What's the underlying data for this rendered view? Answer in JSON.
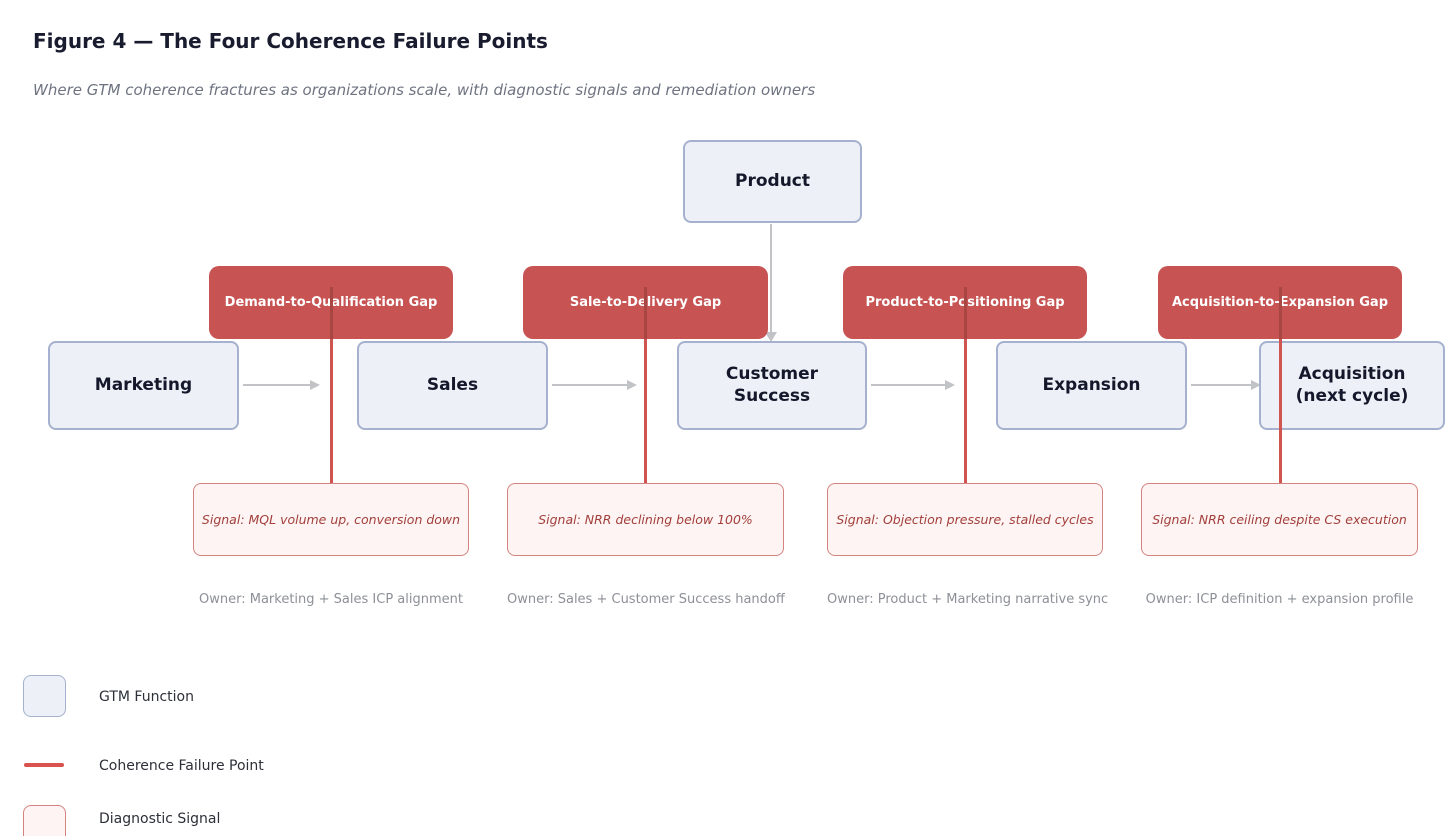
{
  "figure": {
    "title": "Figure 4 — The Four Coherence Failure Points",
    "subtitle": "Where GTM coherence fractures as organizations scale, with diagnostic signals and remediation owners"
  },
  "product_node": {
    "label": "Product"
  },
  "functions": [
    {
      "label": "Marketing"
    },
    {
      "label": "Sales"
    },
    {
      "label": "Customer\nSuccess"
    },
    {
      "label": "Expansion"
    },
    {
      "label": "Acquisition\n(next cycle)"
    }
  ],
  "gaps": [
    {
      "label": "Demand-to-Qualification Gap",
      "signal": "Signal: MQL volume up, conversion down",
      "owner": "Owner: Marketing + Sales ICP alignment"
    },
    {
      "label": "Sale-to-Delivery Gap",
      "signal": "Signal: NRR declining below 100%",
      "owner": "Owner: Sales + Customer Success handoff"
    },
    {
      "label": "Product-to-Positioning Gap",
      "signal": "Signal: Objection pressure, stalled cycles",
      "owner": "Owner: Product + Marketing narrative sync"
    },
    {
      "label": "Acquisition-to-Expansion Gap",
      "signal": "Signal: NRR ceiling despite CS execution",
      "owner": "Owner: ICP definition + expansion profile"
    }
  ],
  "legend": [
    {
      "label": "GTM Function"
    },
    {
      "label": "Coherence Failure Point"
    },
    {
      "label": "Diagnostic Signal"
    }
  ],
  "colors": {
    "ink": "#191c2f",
    "muted": "#6e7380",
    "node-fill": "#edf1f7",
    "node-border": "#a5b1ce",
    "node-text": "#15182b",
    "gap-fill": "#c75353",
    "gap-text": "#ffffff",
    "fail-line": "#d05450",
    "fail-line-dark": "#a84643",
    "signal-fill": "#fdf4f3",
    "signal-border": "#d5837f",
    "signal-text": "#a23f3b",
    "owner-text": "#8d9097",
    "arrow": "#c2c3c7",
    "legend-text": "#2d3038",
    "legend-line": "#d9534f"
  }
}
